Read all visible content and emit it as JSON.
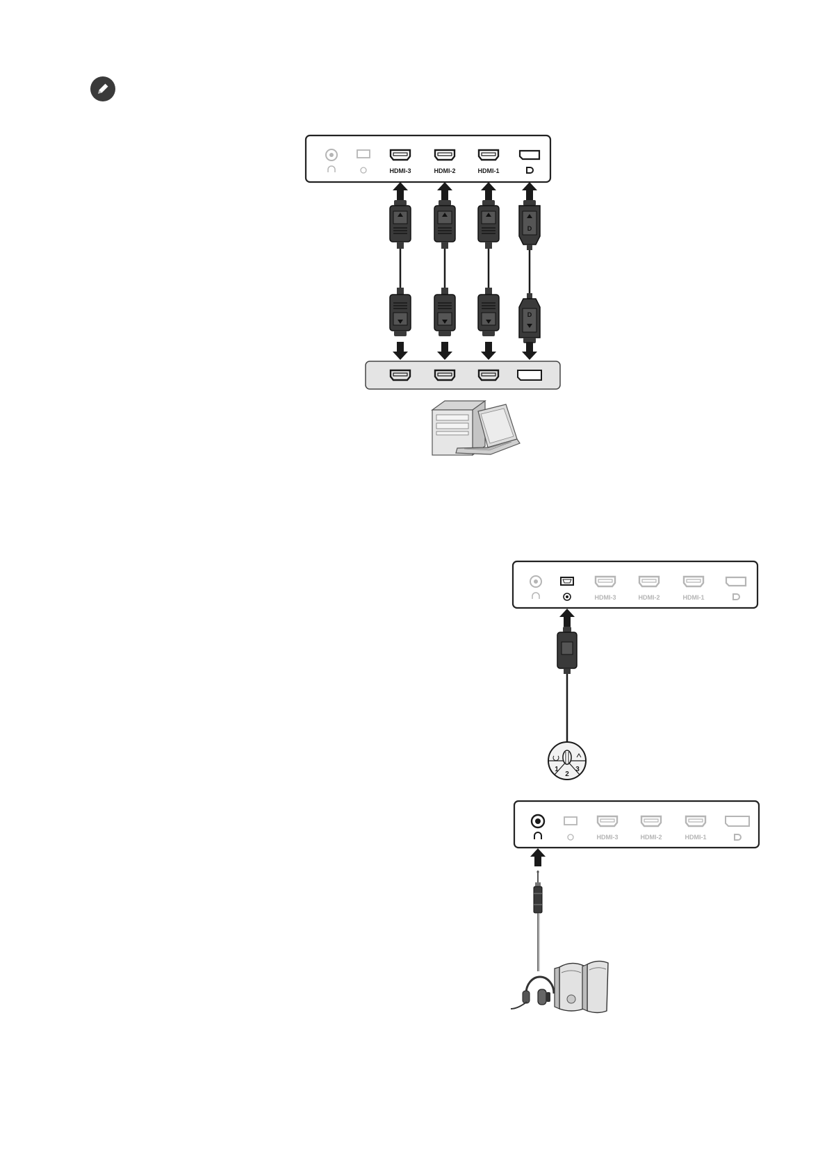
{
  "page": {
    "note_icon": "pencil-note-icon"
  },
  "diagram_video": {
    "monitor_port_labels": [
      "HDMI-3",
      "HDMI-2",
      "HDMI-1"
    ],
    "monitor_port_icons": [
      "headphone-jack-icon",
      "controller-port-icon",
      "displayport-logo-icon"
    ],
    "cables": [
      "hdmi-cable",
      "hdmi-cable",
      "hdmi-cable",
      "displayport-cable"
    ],
    "source_device": "desktop-pc-and-laptop"
  },
  "diagram_controller": {
    "monitor_port_labels": [
      "HDMI-3",
      "HDMI-2",
      "HDMI-1"
    ],
    "dial_numbers": [
      "1",
      "2",
      "3"
    ],
    "device": "hotkey-puck-controller"
  },
  "diagram_audio": {
    "monitor_port_labels": [
      "HDMI-3",
      "HDMI-2",
      "HDMI-1"
    ],
    "device": "headphones-and-speakers"
  },
  "colors": {
    "active": "#2b2b2b",
    "inactive": "#b5b5b5",
    "device_panel": "#e4e4e4",
    "cable_body": "#3a3a3a"
  }
}
